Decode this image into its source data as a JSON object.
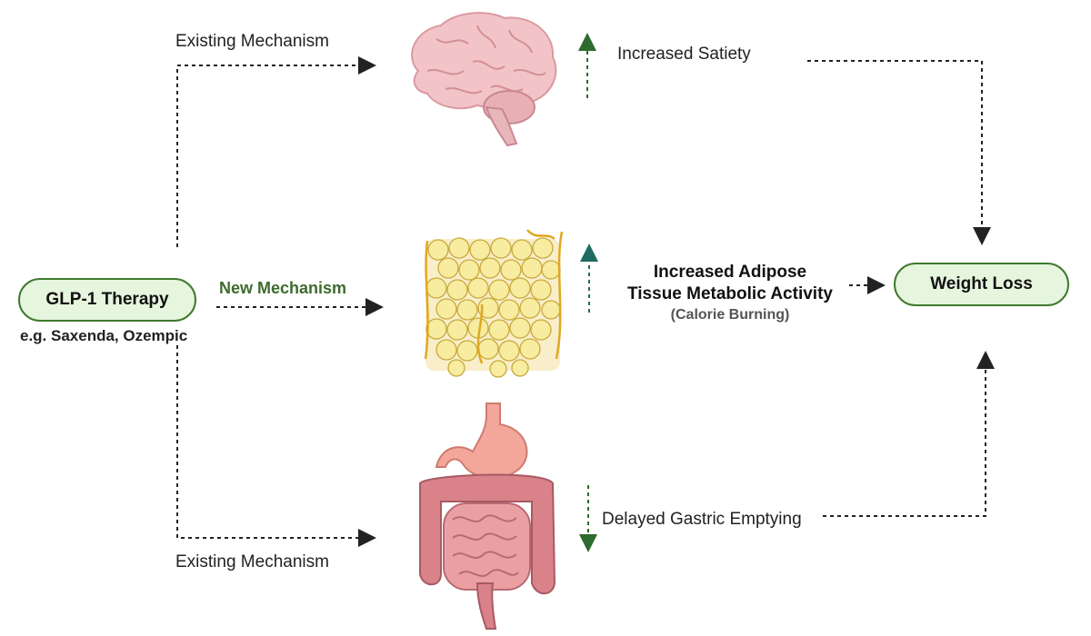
{
  "therapy": {
    "title": "GLP-1 Therapy",
    "examples": "e.g. Saxenda, Ozempic"
  },
  "outcome": {
    "title": "Weight Loss"
  },
  "mechanisms": {
    "existing_top": "Existing Mechanism",
    "new": "New Mechanism",
    "existing_bottom": "Existing Mechanism"
  },
  "effects": {
    "brain": "Increased Satiety",
    "adipose_line1": "Increased Adipose",
    "adipose_line2": "Tissue Metabolic Activity",
    "adipose_sub": "(Calorie Burning)",
    "gut": "Delayed Gastric Emptying"
  },
  "colors": {
    "pill_fill": "#e6f5de",
    "pill_border": "#3f7a2e",
    "new_mechanism_text": "#3f6b2e",
    "arrow_green": "#2e6b2e",
    "arrow_teal": "#1f6b63"
  },
  "icons": [
    "brain-icon",
    "adipose-tissue-icon",
    "digestive-system-icon"
  ]
}
